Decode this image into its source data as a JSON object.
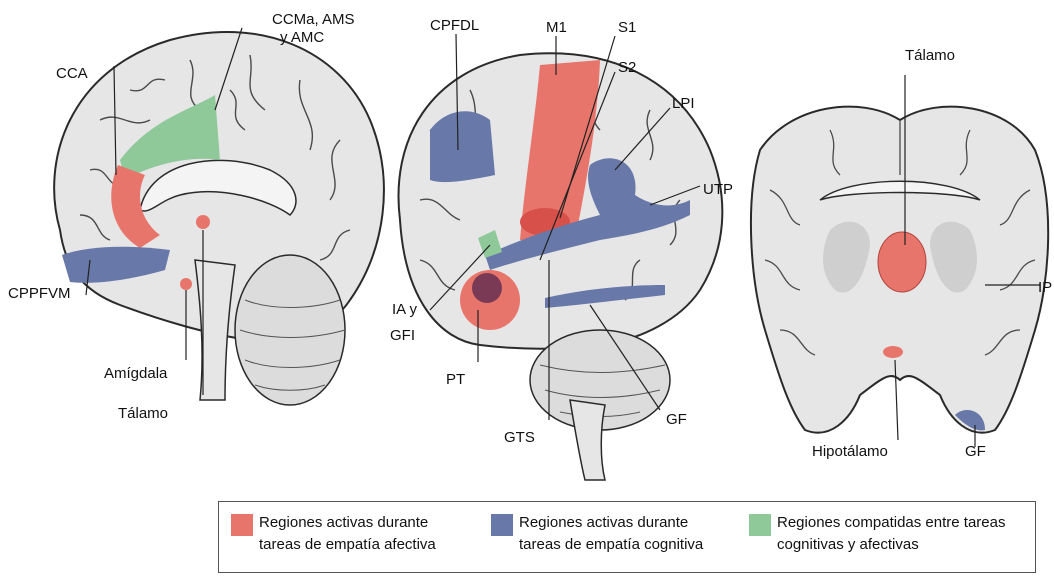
{
  "colors": {
    "affective": "#e8756b",
    "cognitive": "#6878a8",
    "shared": "#8fc99a",
    "tissue": "#e6e6e6",
    "outline": "#2a2a2a"
  },
  "labels": {
    "left": {
      "ccma": "CCMa, AMS",
      "ccma2": "y AMC",
      "cca": "CCA",
      "cppfvm": "CPPFVM",
      "amigdala": "Amígdala",
      "talamo": "Tálamo"
    },
    "middle": {
      "cpfdl": "CPFDL",
      "m1": "M1",
      "s1": "S1",
      "s2": "S2",
      "lpi": "LPI",
      "utp": "UTP",
      "ia": "IA y",
      "gfi": "GFI",
      "pt": "PT",
      "gts": "GTS",
      "gf": "GF"
    },
    "right": {
      "talamo": "Tálamo",
      "ip": "IP",
      "hipotalamo": "Hipotálamo",
      "gf": "GF"
    }
  },
  "legend": [
    {
      "color_key": "affective",
      "line1": "Regiones activas durante",
      "line2": "tareas de empatía afectiva"
    },
    {
      "color_key": "cognitive",
      "line1": "Regiones activas durante",
      "line2": "tareas de empatía cognitiva"
    },
    {
      "color_key": "shared",
      "line1": "Regiones compatidas entre tareas",
      "line2": "cognitivas y afectivas"
    }
  ]
}
